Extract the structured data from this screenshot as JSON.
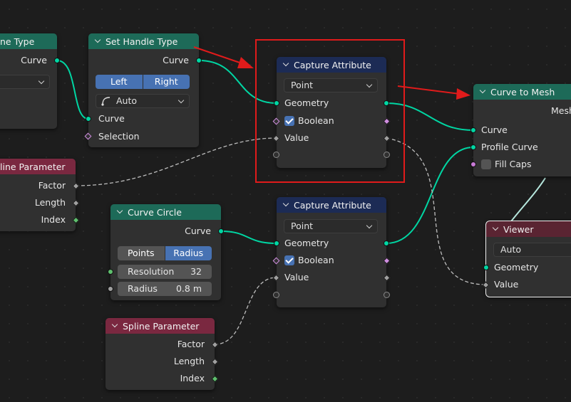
{
  "colors": {
    "wire": "#00d6a3",
    "gray_wire": "#bdbdbd",
    "annotation": "#e01b1b"
  },
  "nodes": {
    "spline_type_partial": {
      "title": "ne Type",
      "out": "Curve"
    },
    "set_handle_type": {
      "title": "Set Handle Type",
      "out": "Curve",
      "mode_left": "Left",
      "mode_right": "Right",
      "handle_type": "Auto",
      "in_curve": "Curve",
      "in_selection": "Selection"
    },
    "spline_param_top": {
      "title": "line Parameter",
      "factor": "Factor",
      "length": "Length",
      "index": "Index"
    },
    "capture_top": {
      "title": "Capture Attribute",
      "domain": "Point",
      "geometry": "Geometry",
      "boolean": "Boolean",
      "value": "Value"
    },
    "capture_bottom": {
      "title": "Capture Attribute",
      "domain": "Point",
      "geometry": "Geometry",
      "boolean": "Boolean",
      "value": "Value"
    },
    "curve_circle": {
      "title": "Curve Circle",
      "out": "Curve",
      "mode_points": "Points",
      "mode_radius": "Radius",
      "resolution_label": "Resolution",
      "resolution_value": "32",
      "radius_label": "Radius",
      "radius_value": "0.8 m"
    },
    "spline_param_bottom": {
      "title": "Spline Parameter",
      "factor": "Factor",
      "length": "Length",
      "index": "Index"
    },
    "curve_to_mesh": {
      "title": "Curve to Mesh",
      "out": "Mesh",
      "curve": "Curve",
      "profile": "Profile Curve",
      "fill_caps": "Fill Caps"
    },
    "viewer": {
      "title": "Viewer",
      "domain": "Auto",
      "geometry": "Geometry",
      "value": "Value"
    }
  }
}
